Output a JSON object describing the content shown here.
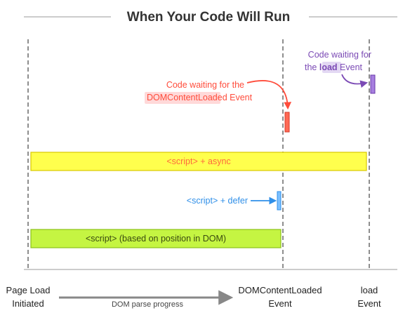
{
  "title": "When Your Code Will Run",
  "load_note": {
    "line1": "Code waiting for",
    "prefix": "the ",
    "highlight": "load",
    "suffix": " Event"
  },
  "dcl_note": {
    "line1": "Code waiting for the",
    "highlight": "DOMContentLoaded",
    "suffix": " Event"
  },
  "bars": {
    "async_label": "<script> + async",
    "defer_label": "<script> + defer",
    "position_label": "<script> (based on position in DOM)"
  },
  "axis": {
    "start_line1": "Page Load",
    "start_line2": "Initiated",
    "progress": "DOM parse progress",
    "dcl_line1": "DOMContentLoaded",
    "dcl_line2": "Event",
    "load_line1": "load",
    "load_line2": "Event"
  },
  "colors": {
    "async_fill": "#ffff4d",
    "async_stroke": "#d8c800",
    "async_text": "#ff6a3d",
    "position_fill": "#c5f542",
    "position_stroke": "#8cc21a",
    "position_text": "#3a4a10",
    "defer_color": "#2f8fe8",
    "dcl_color": "#ff4c3b",
    "dcl_highlight": "#ffd9d9",
    "load_color": "#7b4ab5",
    "load_highlight": "#e3d8f3",
    "gray": "#888888"
  }
}
